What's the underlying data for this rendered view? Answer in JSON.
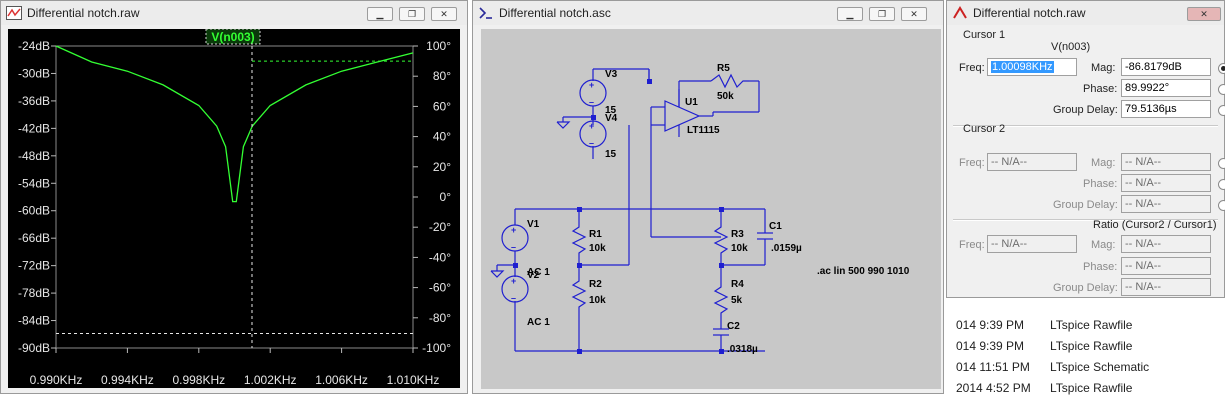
{
  "plot_window": {
    "title": "Differential notch.raw",
    "trace_label": "V(n003)",
    "left_ticks": [
      "-24dB",
      "-30dB",
      "-36dB",
      "-42dB",
      "-48dB",
      "-54dB",
      "-60dB",
      "-66dB",
      "-72dB",
      "-78dB",
      "-84dB",
      "-90dB"
    ],
    "right_ticks": [
      "100°",
      "80°",
      "60°",
      "40°",
      "20°",
      "0°",
      "-20°",
      "-40°",
      "-60°",
      "-80°",
      "-100°"
    ],
    "x_ticks": [
      "0.990KHz",
      "0.994KHz",
      "0.998KHz",
      "1.002KHz",
      "1.006KHz",
      "1.010KHz"
    ]
  },
  "chart_data": {
    "type": "line",
    "trace": "V(n003)",
    "x_unit": "KHz",
    "xlim": [
      0.99,
      1.01
    ],
    "ylim_left_dB": [
      -90,
      -24
    ],
    "ylim_right_deg": [
      -100,
      100
    ],
    "series": [
      {
        "name": "V(n003)",
        "x": [
          0.99,
          0.992,
          0.994,
          0.996,
          0.998,
          0.999,
          0.9995,
          0.9999,
          1.0001,
          1.0005,
          1.001,
          1.002,
          1.004,
          1.006,
          1.008,
          1.01
        ],
        "magnitude_dB": [
          -24,
          -27.5,
          -29.5,
          -32.5,
          -37,
          -41.5,
          -46,
          -58,
          -58,
          -46,
          -41.5,
          -37,
          -32.5,
          -29.5,
          -27.5,
          -25.5
        ]
      }
    ],
    "cursor_freq_KHz": 1.00098,
    "cursor_mag_dB": -86.8179,
    "cursor_phase_deg": 89.9922
  },
  "schematic_window": {
    "title": "Differential notch.asc",
    "components": {
      "v3": "V3",
      "v3_val": "15",
      "v4": "V4",
      "v4_val": "15",
      "r5": "R5",
      "r5_val": "50k",
      "u1": "U1",
      "u1_part": "LT1115",
      "v1": "V1",
      "v1_val": "AC 1",
      "v2": "V2",
      "v2_val": "AC 1",
      "r1": "R1",
      "r1_val": "10k",
      "r2": "R2",
      "r2_val": "10k",
      "r3": "R3",
      "r3_val": "10k",
      "r4": "R4",
      "r4_val": "5k",
      "c1": "C1",
      "c1_val": ".0159µ",
      "c2": "C2",
      "c2_val": ".0318µ",
      "directive": ".ac lin 500 990 1010"
    }
  },
  "cursor_panel": {
    "title": "Differential notch.raw",
    "cursor1_label": "Cursor 1",
    "trace": "V(n003)",
    "freq_label": "Freq:",
    "freq_value": "1.00098KHz",
    "mag_label": "Mag:",
    "mag_value": "-86.8179dB",
    "phase_label": "Phase:",
    "phase_value": "89.9922°",
    "gd_label": "Group Delay:",
    "gd_value": "79.5136µs",
    "cursor2_label": "Cursor 2",
    "na": "-- N/A--",
    "ratio_label": "Ratio (Cursor2 / Cursor1)"
  },
  "background_list": [
    {
      "date": "014 9:39 PM",
      "type": "LTspice Rawfile"
    },
    {
      "date": "014 9:39 PM",
      "type": "LTspice Rawfile"
    },
    {
      "date": "014 11:51 PM",
      "type": "LTspice Schematic"
    },
    {
      "date": "2014 4:52 PM",
      "type": "LTspice Rawfile"
    }
  ],
  "colors": {
    "trace": "#33ff33",
    "wire": "#1f1fd0",
    "grid": "#333333"
  }
}
